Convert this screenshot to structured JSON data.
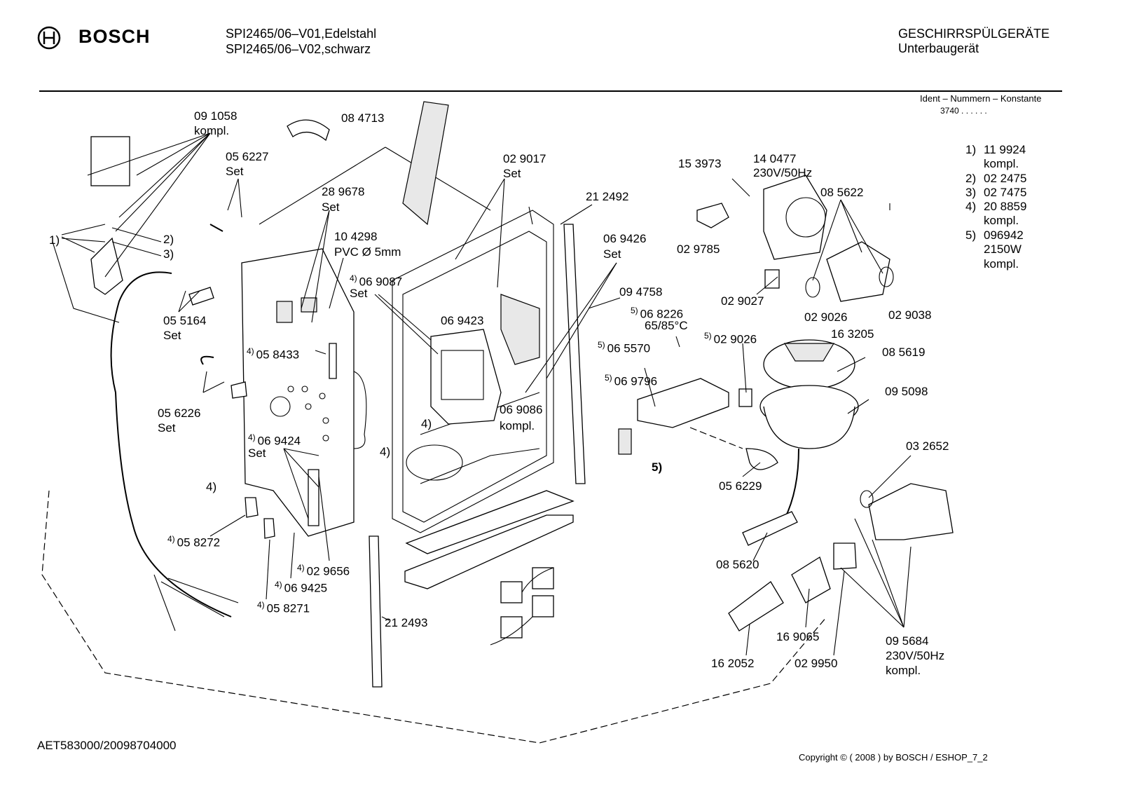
{
  "header": {
    "brand": "BOSCH",
    "model_line1": "SPI2465/06–V01,Edelstahl",
    "model_line2": "SPI2465/06–V02,schwarz",
    "category": "GESCHIRRSPÜLGERÄTE",
    "subcategory": "Unterbaugerät",
    "ident_label": "Ident – Nummern – Konstante",
    "ident_value": "3740  .  .  .  .  .  ."
  },
  "legend": [
    {
      "key": "1)",
      "value": "11 9924",
      "note": "kompl."
    },
    {
      "key": "2)",
      "value": "02 2475",
      "note": ""
    },
    {
      "key": "3)",
      "value": "02 7475",
      "note": ""
    },
    {
      "key": "4)",
      "value": "20 8859",
      "note": "kompl."
    },
    {
      "key": "5)",
      "value": "096942",
      "note": "2150W",
      "note2": "kompl."
    }
  ],
  "labels": {
    "p091058": "09 1058",
    "p091058_sub": "kompl.",
    "p084713": "08 4713",
    "p056227": "05 6227",
    "p056227_sub": "Set",
    "p289678": "28 9678",
    "p289678_sub": "Set",
    "p104298": "10 4298",
    "p104298_sub": "PVC Ø 5mm",
    "p069087": "06 9087",
    "p069087_sub": "Set",
    "p069087_sup": "4)",
    "p029017": "02 9017",
    "p029017_sub": "Set",
    "p212492": "21 2492",
    "p069426": "06 9426",
    "p069426_sub": "Set",
    "p094758": "09 4758",
    "p068226": "06 8226",
    "p068226_sub": "65/85°C",
    "p068226_sup": "5)",
    "p065570": "06 5570",
    "p065570_sup": "5)",
    "p029026a": "02 9026",
    "p029026a_sup": "5)",
    "p069796": "06 9796",
    "p069796_sup": "5)",
    "p069423": "06 9423",
    "p069086": "06 9086",
    "p069086_sub": "kompl.",
    "p153973": "15 3973",
    "p140477": "14 0477",
    "p140477_sub": "230V/50Hz",
    "p085622": "08 5622",
    "p029785": "02 9785",
    "p029027": "02 9027",
    "p029026b": "02 9026",
    "p029038": "02 9038",
    "p163205": "16 3205",
    "p085619": "08 5619",
    "p095098": "09 5098",
    "p032652": "03 2652",
    "p056229": "05 6229",
    "p085620": "08 5620",
    "p169065": "16 9065",
    "p029950": "02 9950",
    "p162052": "16 2052",
    "p095684": "09 5684",
    "p095684_sub1": "230V/50Hz",
    "p095684_sub2": "kompl.",
    "p055164": "05 5164",
    "p055164_sub": "Set",
    "p058433": "05 8433",
    "p058433_sup": "4)",
    "p056226": "05 6226",
    "p056226_sub": "Set",
    "p069424": "06 9424",
    "p069424_sub": "Set",
    "p069424_sup": "4)",
    "p058272": "05 8272",
    "p058272_sup": "4)",
    "p029656": "02 9656",
    "p029656_sup": "4)",
    "p069425": "06 9425",
    "p069425_sup": "4)",
    "p058271": "05 8271",
    "p058271_sup": "4)",
    "p212493": "21 2493",
    "m1": "1)",
    "m2": "2)",
    "m3": "3)",
    "m4a": "4)",
    "m4b": "4)",
    "m4c": "4)",
    "m5": "5)"
  },
  "footer": {
    "doc_id": "AET583000/20098704000",
    "copyright": "Copyright © ( 2008 ) by BOSCH  / ESHOP_7_2"
  }
}
